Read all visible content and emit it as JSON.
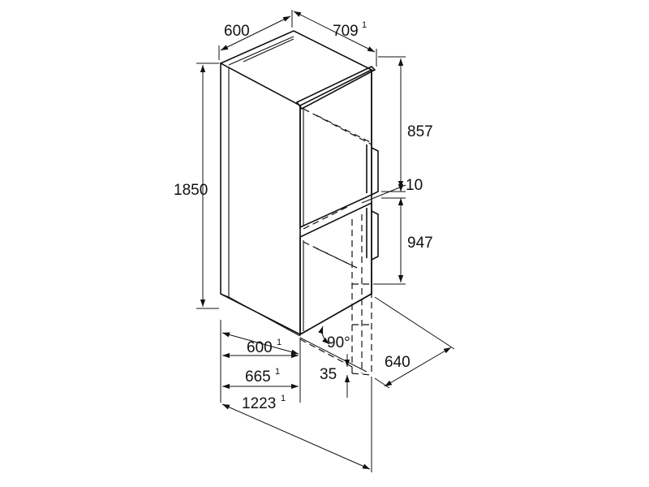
{
  "dimensions": {
    "top_width": "600",
    "top_depth": "709",
    "top_depth_note": "1",
    "height": "1850",
    "upper_door": "857",
    "gap": "10",
    "lower_door": "947",
    "base_width": "600",
    "base_width_note": "1",
    "depth_door_closed": "665",
    "depth_door_closed_note": "1",
    "depth_door_open": "1223",
    "depth_door_open_note": "1",
    "door_angle": "90°",
    "offset": "35",
    "swing_clearance": "640"
  }
}
